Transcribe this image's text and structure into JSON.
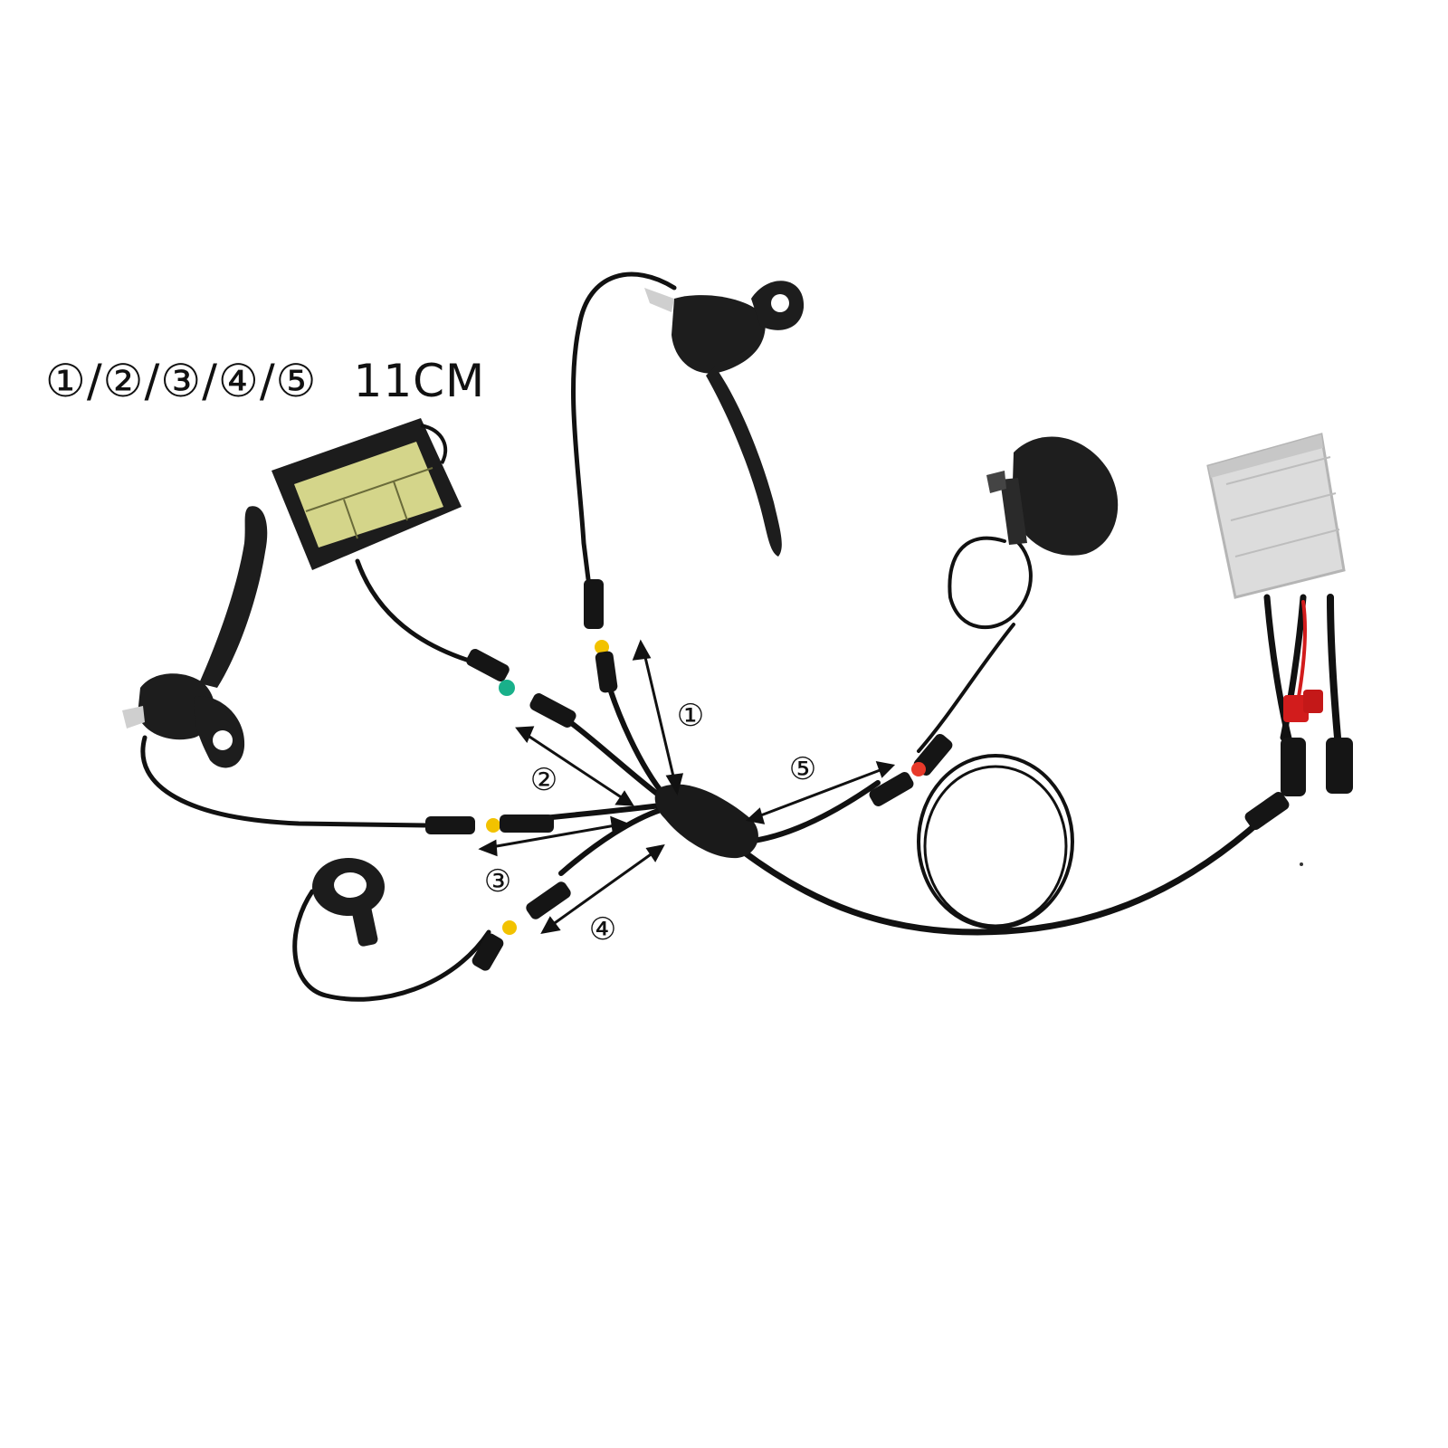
{
  "caption": {
    "connectors": "①/②/③/④/⑤",
    "length": "11CM"
  },
  "labels": {
    "n1": "①",
    "n2": "②",
    "n3": "③",
    "n4": "④",
    "n5": "⑤"
  },
  "colors": {
    "cable": "#111111",
    "lcd_screen": "#d4d58a",
    "controller_body": "#dcdcdc",
    "connector_green": "#19b08a",
    "connector_yellow": "#f2c200",
    "connector_red": "#e8392a",
    "battery_lead_red": "#d21c1c"
  }
}
